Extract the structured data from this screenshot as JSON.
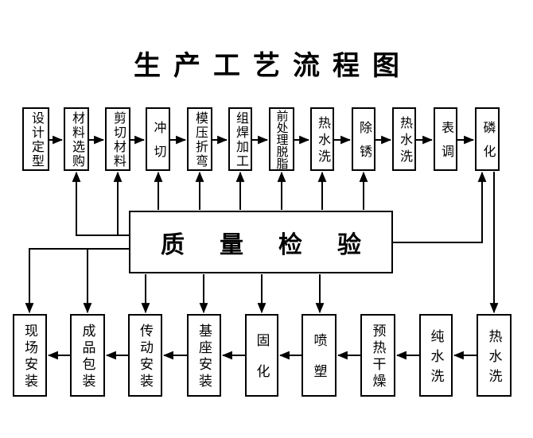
{
  "title": "生产工艺流程图",
  "colors": {
    "line": "#000000",
    "background": "#ffffff",
    "text": "#000000"
  },
  "top_row": [
    {
      "label": "设计定型"
    },
    {
      "label": "材料选购"
    },
    {
      "label": "剪切材料"
    },
    {
      "label": "冲切"
    },
    {
      "label": "模压折弯"
    },
    {
      "label": "组焊加工"
    },
    {
      "label": "前处理脱脂"
    },
    {
      "label": "热水洗"
    },
    {
      "label": "除锈"
    },
    {
      "label": "热水洗"
    },
    {
      "label": "表调"
    },
    {
      "label": "磷化"
    }
  ],
  "center_box": {
    "label": "质量检验"
  },
  "bottom_row": [
    {
      "label": "现场安装"
    },
    {
      "label": "成品包装"
    },
    {
      "label": "传动安装"
    },
    {
      "label": "基座安装"
    },
    {
      "label": "固化"
    },
    {
      "label": "喷塑"
    },
    {
      "label": "预热干燥"
    },
    {
      "label": "纯水洗"
    },
    {
      "label": "热水洗"
    }
  ]
}
